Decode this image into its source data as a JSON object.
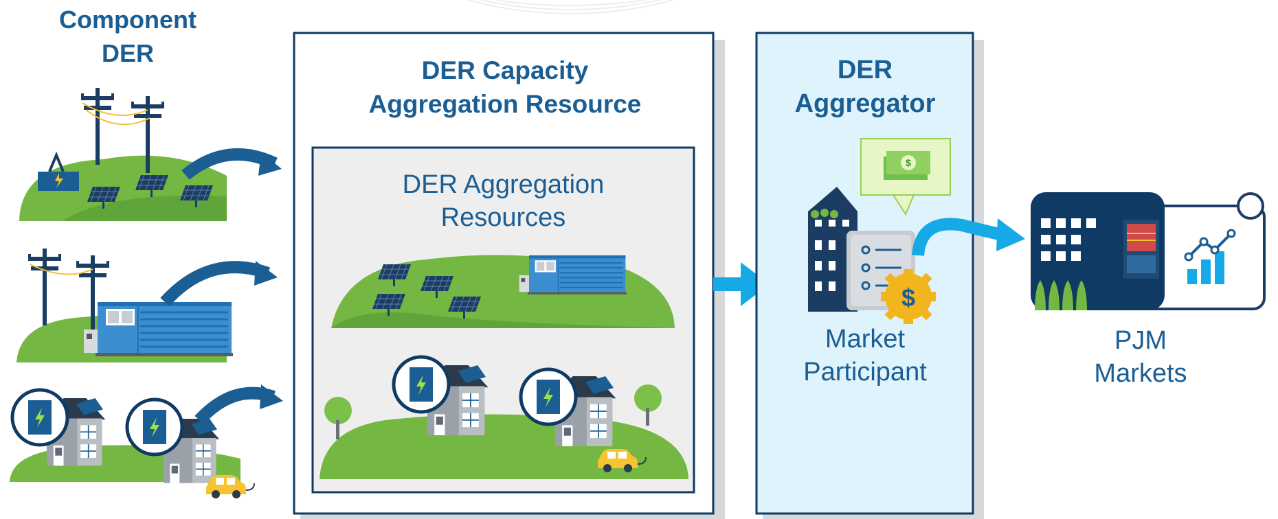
{
  "component": {
    "line1": "Component",
    "line2": "DER"
  },
  "capacity_resource": {
    "line1": "DER Capacity",
    "line2": "Aggregation Resource"
  },
  "aggregation_resources": {
    "line1": "DER Aggregation",
    "line2": "Resources"
  },
  "aggregator": {
    "line1": "DER",
    "line2": "Aggregator"
  },
  "market_participant": {
    "line1": "Market",
    "line2": "Participant"
  },
  "pjm_markets": {
    "line1": "PJM",
    "line2": "Markets"
  },
  "colors": {
    "title_blue": "#1a5e93",
    "dark_navy": "#0e3a63",
    "light_blue": "#15a9e6",
    "grass_green": "#74b843",
    "panel_gray": "#eeeeee",
    "aggregator_fill": "#dff3fc"
  }
}
